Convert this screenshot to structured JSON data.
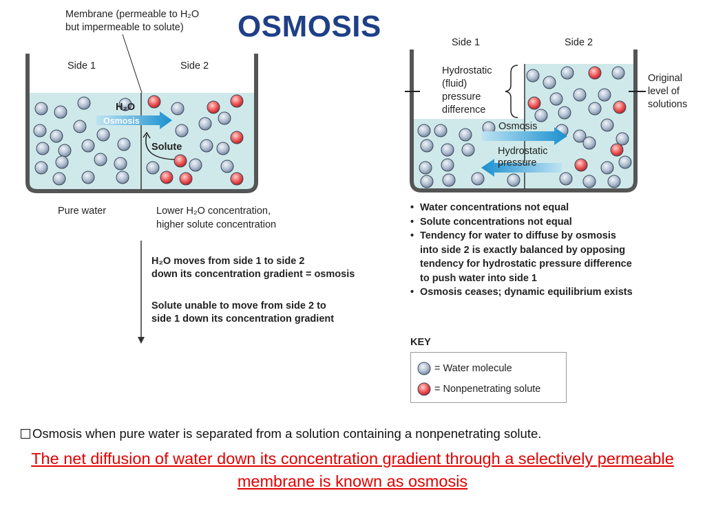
{
  "title": "OSMOSIS",
  "left": {
    "membrane_label_1": "Membrane (permeable to H₂O",
    "membrane_label_2": "but impermeable to solute)",
    "side1": "Side 1",
    "side2": "Side 2",
    "h2o": "H₂O",
    "osmosis": "Osmosis",
    "solute": "Solute",
    "bottom_left": "Pure water",
    "bottom_right_1": "Lower H₂O concentration,",
    "bottom_right_2": "higher solute concentration",
    "result_1a": "H₂O moves from side 1 to side 2",
    "result_1b": "down its concentration gradient = osmosis",
    "result_2a": "Solute unable to move from side 2 to",
    "result_2b": "side 1 down its concentration gradient"
  },
  "right": {
    "side1": "Side 1",
    "side2": "Side 2",
    "hydro_label": [
      "Hydrostatic",
      "(fluid)",
      "pressure",
      "difference"
    ],
    "original_level": [
      "Original",
      "level of",
      "solutions"
    ],
    "osmosis": "Osmosis",
    "hydrostatic_arrow_1": "Hydrostatic",
    "hydrostatic_arrow_2": "pressure",
    "bullets": [
      "Water concentrations not equal",
      "Solute concentrations not equal",
      "Tendency for water to diffuse by osmosis into side 2 is exactly balanced by opposing tendency for hydrostatic pressure difference to push water into side 1",
      "Osmosis ceases; dynamic equilibrium exists"
    ]
  },
  "key": {
    "title": "KEY",
    "water": "= Water molecule",
    "solute": "= Nonpenetrating solute"
  },
  "caption": "Osmosis when pure water is separated from a solution containing a nonpenetrating solute.",
  "definition": "The net diffusion of water down its concentration gradient through a selectively permeable membrane is known as osmosis",
  "colors": {
    "title": "#1f3f87",
    "water_solution": "#cfe9ea",
    "water_molecule": "#a9b9cc",
    "solute": "#e8484c",
    "arrow": "#2a9bd2",
    "definition": "#e00000"
  }
}
